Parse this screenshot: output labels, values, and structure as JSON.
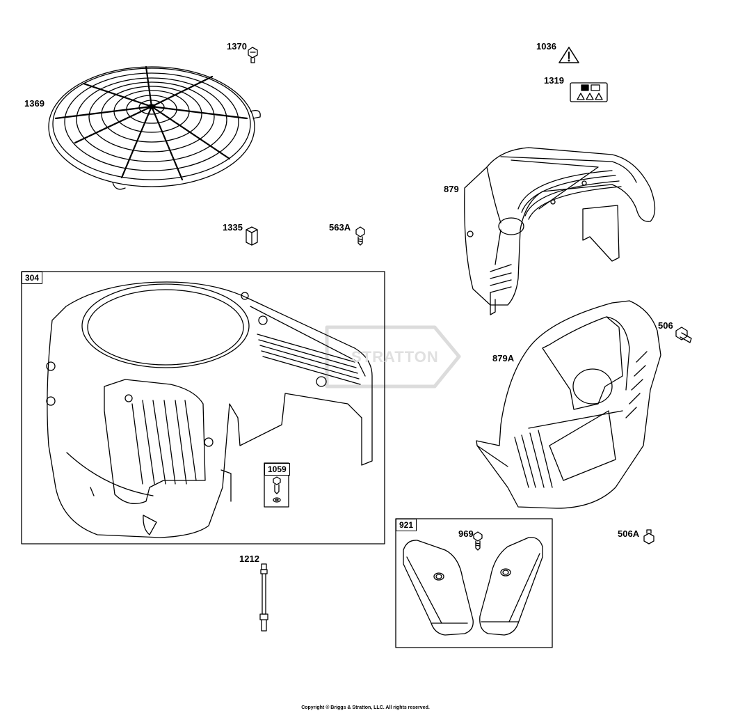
{
  "parts": {
    "p1370": "1370",
    "p1369": "1369",
    "p1036": "1036",
    "p1319": "1319",
    "p879": "879",
    "p1335": "1335",
    "p563A": "563A",
    "p304": "304",
    "p506": "506",
    "p879A": "879A",
    "p1059": "1059",
    "p921": "921",
    "p969": "969",
    "p506A": "506A",
    "p1212": "1212"
  },
  "watermark": "STRATTON",
  "copyright": "Copyright © Briggs & Stratton, LLC. All rights reserved.",
  "icons": {
    "warning": "warning-triangle-icon",
    "decal": "safety-decal-icon"
  },
  "colors": {
    "line": "#000000",
    "background": "#ffffff",
    "watermark": "#e2e2e2"
  }
}
